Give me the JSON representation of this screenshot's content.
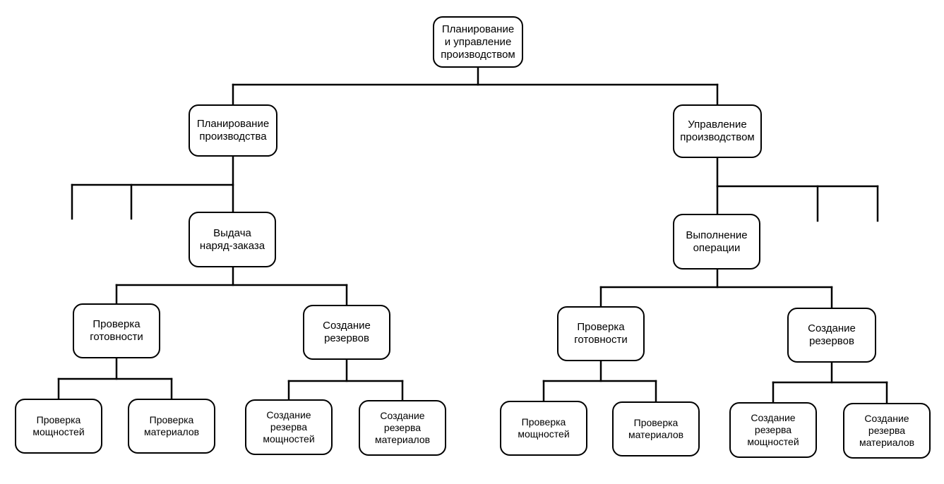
{
  "nodes": {
    "root": "Планирование\nи управление\nпроизводством",
    "planning": "Планирование\nпроизводства",
    "control": "Управление\nпроизводством",
    "order_issue": "Выдача\nнаряд-заказа",
    "operation": "Выполнение\nоперации",
    "l_readiness": "Проверка\nготовности",
    "l_reserves": "Создание\nрезервов",
    "r_readiness": "Проверка\nготовности",
    "r_reserves": "Создание\nрезервов",
    "l_cap_check": "Проверка\nмощностей",
    "l_mat_check": "Проверка\nматериалов",
    "l_cap_res": "Создание\nрезерва\nмощностей",
    "l_mat_res": "Создание\nрезерва\nматериалов",
    "r_cap_check": "Проверка\nмощностей",
    "r_mat_check": "Проверка\nматериалов",
    "r_cap_res": "Создание\nрезерва\nмощностей",
    "r_mat_res": "Создание\nрезерва\nматериалов"
  }
}
